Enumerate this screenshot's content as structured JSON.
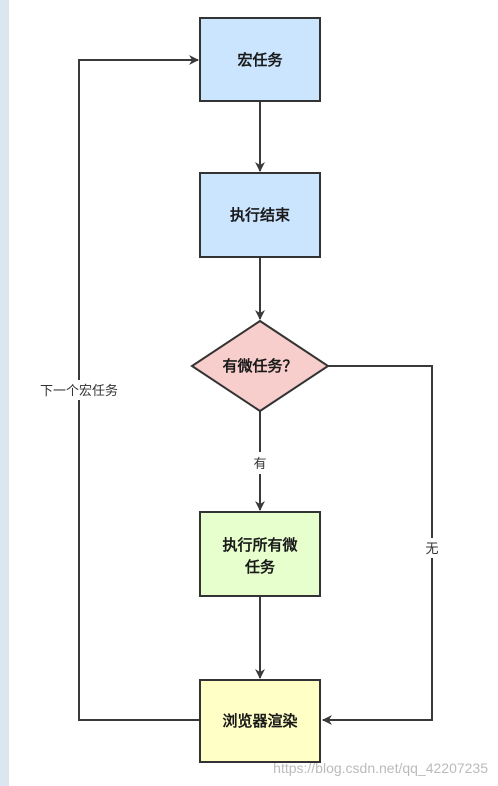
{
  "colors": {
    "blue_fill": "#cce5ff",
    "red_fill": "#f8cecc",
    "green_fill": "#e6ffcc",
    "yellow_fill": "#ffffc6",
    "stroke": "#333333",
    "edge": "#3a3a3a"
  },
  "nodes": {
    "macro_task": "宏任务",
    "exec_end": "执行结束",
    "has_micro": "有微任务？",
    "exec_all_micro_line1": "执行所有微",
    "exec_all_micro_line2": "任务",
    "render": "浏览器渲染"
  },
  "edges": {
    "yes": "有",
    "no": "无",
    "next_macro": "下一个宏任务"
  },
  "watermark": "https://blog.csdn.net/qq_42207235"
}
